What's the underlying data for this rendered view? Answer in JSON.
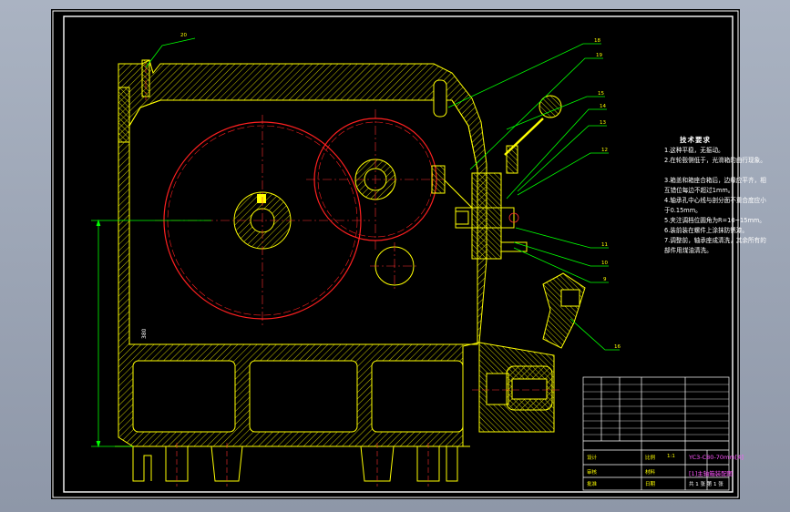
{
  "technical_requirements": {
    "title": "技术要求",
    "items": [
      "1.这种平稳，无振动。",
      "2.在轮毂侧低于，光滑箱的由行现象。",
      "3.箱盖和箱座合箱后，边缘应平齐，相 互错位每边不超过1mm。",
      "4.轴承孔中心线与剖分面不重合度应小于0.15mm。",
      "5.夹注调档位圆角为R=10~15mm。",
      "6.装前装在螺件上涂抹防锈漆。",
      "7.调整前，轴承座成清洗，其余所有的部件用煤油清洗。"
    ]
  },
  "dimension": {
    "value": "380"
  },
  "callouts": [
    "20",
    "18",
    "19",
    "15",
    "14",
    "13",
    "12",
    "11",
    "10",
    "9",
    "16"
  ],
  "title_block": {
    "designation": "YC3-C80-70mm[4]",
    "drawing_name": "[1]主轴箱装配图",
    "scale_label": "比例",
    "scale_value": "1:1",
    "material_label": "材料",
    "sheet_info": "共 1 张  第 1 张",
    "designer_label": "设计",
    "checker_label": "审核",
    "approver_label": "批准",
    "date_label": "日期"
  },
  "colors": {
    "background": "#000000",
    "outline": "#ffff00",
    "gear": "#ff2020",
    "centerline": "#ff3030",
    "leader": "#00ff00",
    "dimension": "#00ff00",
    "border": "#ffffff",
    "hatch": "#c8c800"
  }
}
